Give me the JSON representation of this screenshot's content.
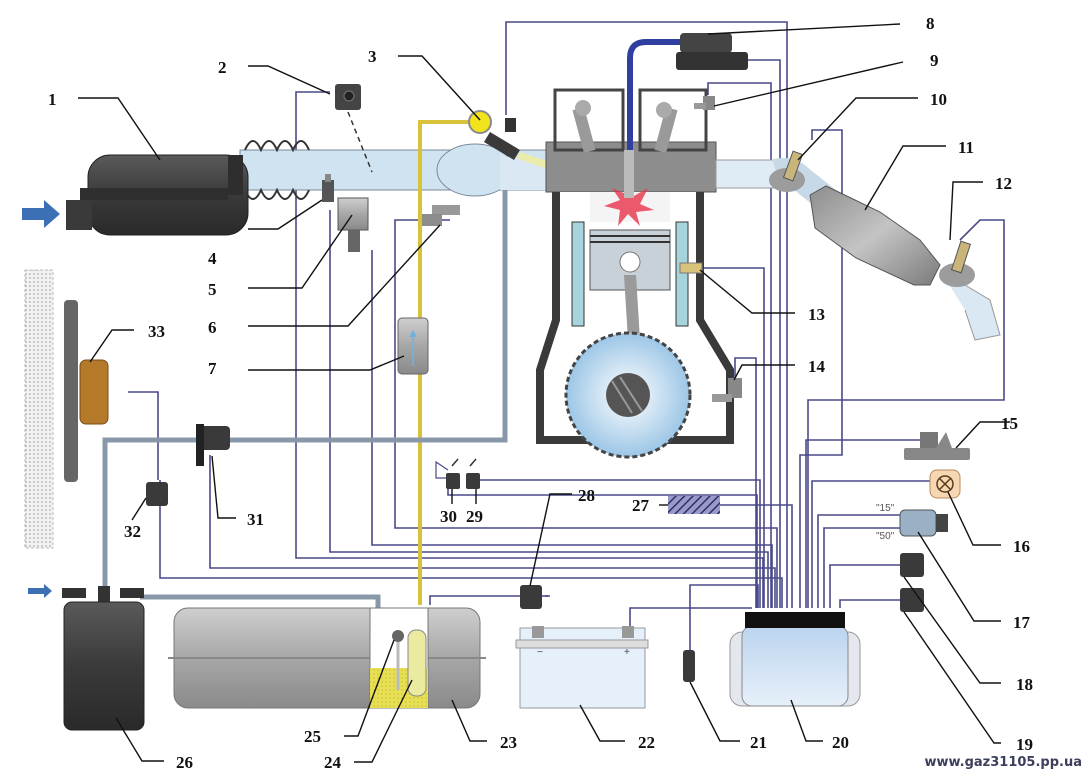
{
  "diagram": {
    "title": "Engine management system schematic",
    "watermark": "www.gaz31105.pp.ua",
    "colors": {
      "wire": "#4a4a8a",
      "fuel_line": "#d8c23a",
      "air": "#cfe3f1",
      "component_dark": "#3d3d3d",
      "component_gray": "#a9a9a9",
      "spark": "#e8334a",
      "arrow": "#3d6fb5"
    },
    "callouts": [
      {
        "id": "1",
        "component": "air-filter"
      },
      {
        "id": "2",
        "component": "absolute-pressure-sensor"
      },
      {
        "id": "3",
        "component": "fuel-rail-regulator"
      },
      {
        "id": "4",
        "component": "intake-air-temperature-sensor"
      },
      {
        "id": "5",
        "component": "idle-air-control-valve"
      },
      {
        "id": "6",
        "component": "throttle-position-sensor"
      },
      {
        "id": "7",
        "component": "fuel-filter"
      },
      {
        "id": "8",
        "component": "ignition-coil"
      },
      {
        "id": "9",
        "component": "camshaft-position-sensor"
      },
      {
        "id": "10",
        "component": "oxygen-sensor-upstream"
      },
      {
        "id": "11",
        "component": "catalytic-converter"
      },
      {
        "id": "12",
        "component": "oxygen-sensor-downstream"
      },
      {
        "id": "13",
        "component": "coolant-temperature-sensor"
      },
      {
        "id": "14",
        "component": "crankshaft-position-sensor"
      },
      {
        "id": "15",
        "component": "vehicle-speed-sensor"
      },
      {
        "id": "16",
        "component": "check-engine-lamp"
      },
      {
        "id": "17",
        "component": "ignition-switch"
      },
      {
        "id": "18",
        "component": "main-relay"
      },
      {
        "id": "19",
        "component": "fuel-pump-relay"
      },
      {
        "id": "20",
        "component": "engine-control-unit"
      },
      {
        "id": "21",
        "component": "diagnostic-connector"
      },
      {
        "id": "22",
        "component": "battery"
      },
      {
        "id": "23",
        "component": "fuel-tank"
      },
      {
        "id": "24",
        "component": "fuel-pump"
      },
      {
        "id": "25",
        "component": "fuel-level-sensor"
      },
      {
        "id": "26",
        "component": "charcoal-canister"
      },
      {
        "id": "27",
        "component": "octane-corrector"
      },
      {
        "id": "28",
        "component": "canister-purge-valve-relay"
      },
      {
        "id": "29",
        "component": "ac-relay"
      },
      {
        "id": "30",
        "component": "fan-relay"
      },
      {
        "id": "31",
        "component": "purge-solenoid-valve"
      },
      {
        "id": "32",
        "component": "fan-control-relay"
      },
      {
        "id": "33",
        "component": "radiator-fan"
      }
    ],
    "ignition_switch_terminals": {
      "t15": "\"15\"",
      "t50": "\"50\""
    }
  }
}
